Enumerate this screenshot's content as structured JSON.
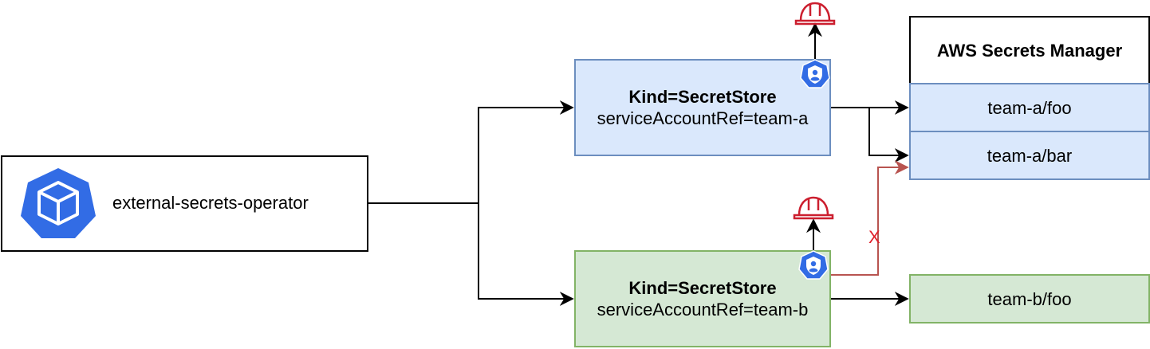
{
  "operator": {
    "label": "external-secrets-operator",
    "icon": "kubernetes-cube-icon"
  },
  "stores": [
    {
      "title": "Kind=SecretStore",
      "subtitle": "serviceAccountRef=team-a"
    },
    {
      "title": "Kind=SecretStore",
      "subtitle": "serviceAccountRef=team-b"
    }
  ],
  "aws": {
    "title": "AWS Secrets Manager",
    "secrets": [
      "team-a/foo",
      "team-a/bar"
    ],
    "team_b_secret": "team-b/foo"
  },
  "denied_marker": "X",
  "colors": {
    "blue_fill": "#dae8fc",
    "blue_stroke": "#6c8ebf",
    "green_fill": "#d5e8d4",
    "green_stroke": "#82b366",
    "k8s_blue": "#326ce5",
    "denied_red": "#b85450",
    "hat_red": "#cc1f2f"
  }
}
